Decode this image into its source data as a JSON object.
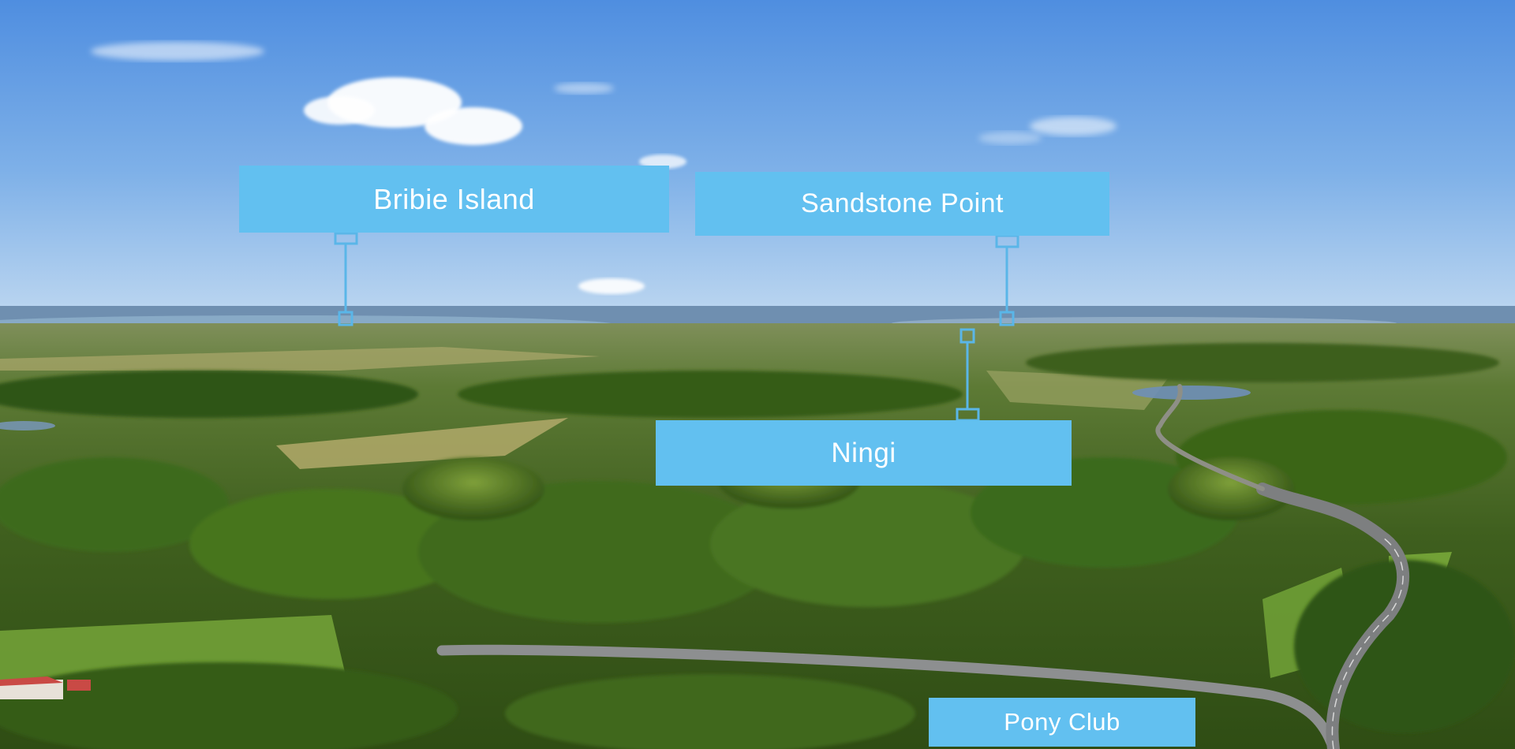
{
  "photo": {
    "subject": "aerial-landscape",
    "label_color": "#62c0f0",
    "connector_color": "#5ab6e8"
  },
  "labels": {
    "bribie_island": "Bribie Island",
    "sandstone_point": "Sandstone Point",
    "ningi": "Ningi",
    "pony_club": "Pony Club"
  }
}
